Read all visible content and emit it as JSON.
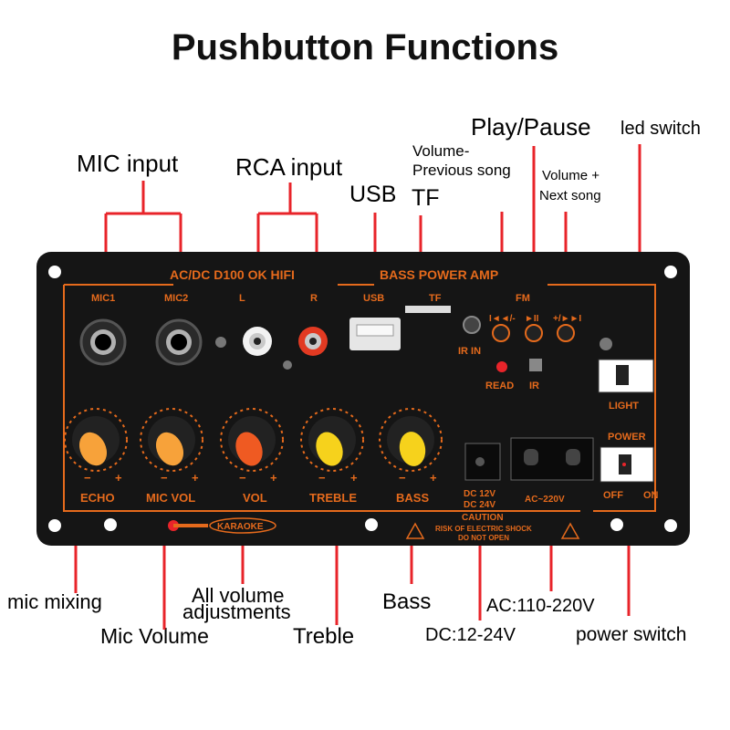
{
  "title": "Pushbutton Functions",
  "callouts": {
    "mic_input": "MIC input",
    "rca_input": "RCA input",
    "usb": "USB",
    "tf": "TF",
    "volume_minus": "Volume-",
    "previous_song": "Previous song",
    "play_pause": "Play/Pause",
    "volume_plus": "Volume +",
    "next_song": "Next song",
    "led_switch": "led switch",
    "mic_mixing": "mic mixing",
    "mic_volume": "Mic Volume",
    "all_volume": "All volume",
    "adjustments": "adjustments",
    "treble": "Treble",
    "bass": "Bass",
    "dc": "DC:12-24V",
    "ac": "AC:110-220V",
    "power_switch": "power switch"
  },
  "panel": {
    "header_left": "AC/DC  D100 OK  HIFI",
    "header_right": "BASS POWER AMP",
    "mic1": "MIC1",
    "mic2": "MIC2",
    "l": "L",
    "r": "R",
    "usb": "USB",
    "tf": "TF",
    "fm": "FM",
    "prev": "I◄◄/-",
    "play": "►II",
    "next": "+/►►I",
    "ir_in": "IR IN",
    "read": "READ",
    "ir": "IR",
    "light": "LIGHT",
    "power": "POWER",
    "off": "OFF",
    "on": "ON",
    "knob_echo": "ECHO",
    "knob_mic_vol": "MIC VOL",
    "knob_vol": "VOL",
    "knob_treble": "TREBLE",
    "knob_bass": "BASS",
    "minus": "−",
    "plus": "+",
    "dc_label1": "DC 12V",
    "dc_label2": "DC 24V",
    "ac_label": "AC~220V",
    "karaoke": "KARAOKE",
    "caution": "CAUTION",
    "caution_line1": "RISK OF ELECTRIC SHOCK",
    "caution_line2": "DO NOT OPEN"
  },
  "colors": {
    "panel": "#151515",
    "accent": "#e56a1c",
    "leader": "#e8242a",
    "knob_orange": "#f7a23a",
    "knob_red": "#ef5a22",
    "knob_yellow": "#f6d21c"
  }
}
